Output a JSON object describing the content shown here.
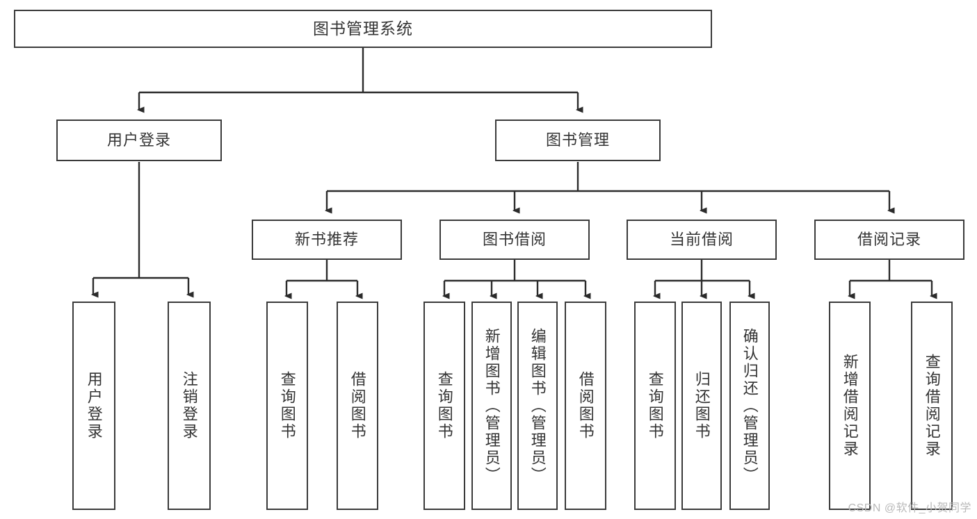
{
  "diagram": {
    "title": "图书管理系统",
    "type": "tree-hierarchy",
    "levels": 4,
    "root": {
      "id": "root",
      "label": "图书管理系统",
      "orientation": "horizontal"
    },
    "level2": [
      {
        "id": "user-login",
        "label": "用户登录",
        "orientation": "horizontal"
      },
      {
        "id": "book-manage",
        "label": "图书管理",
        "orientation": "horizontal"
      }
    ],
    "level3": [
      {
        "id": "new-book-recommend",
        "label": "新书推荐",
        "orientation": "horizontal",
        "parent": "book-manage"
      },
      {
        "id": "book-borrow",
        "label": "图书借阅",
        "orientation": "horizontal",
        "parent": "book-manage"
      },
      {
        "id": "current-borrow",
        "label": "当前借阅",
        "orientation": "horizontal",
        "parent": "book-manage"
      },
      {
        "id": "borrow-record",
        "label": "借阅记录",
        "orientation": "horizontal",
        "parent": "book-manage"
      }
    ],
    "leaves": {
      "user_login": [
        {
          "id": "leaf-user-login",
          "label": "用户登录"
        },
        {
          "id": "leaf-logout-login",
          "label": "注销登录"
        }
      ],
      "new_book_recommend": [
        {
          "id": "leaf-query-book-1",
          "label": "查询图书"
        },
        {
          "id": "leaf-borrow-book-1",
          "label": "借阅图书"
        }
      ],
      "book_borrow": [
        {
          "id": "leaf-query-book-2",
          "label": "查询图书"
        },
        {
          "id": "leaf-add-book",
          "label": "新增图书（管理员）"
        },
        {
          "id": "leaf-edit-book",
          "label": "编辑图书（管理员）"
        },
        {
          "id": "leaf-borrow-book-2",
          "label": "借阅图书"
        }
      ],
      "current_borrow": [
        {
          "id": "leaf-query-book-3",
          "label": "查询图书"
        },
        {
          "id": "leaf-return-book",
          "label": "归还图书"
        },
        {
          "id": "leaf-confirm-return",
          "label": "确认归还（管理员）"
        }
      ],
      "borrow_record": [
        {
          "id": "leaf-add-record",
          "label": "新增借阅记录"
        },
        {
          "id": "leaf-query-record",
          "label": "查询借阅记录"
        }
      ]
    },
    "colors": {
      "border": "#3a3a3a",
      "fill": "#ffffff",
      "text": "#333333",
      "connector": "#2b2b2b",
      "watermark": "#b9b9b9"
    }
  },
  "watermark": {
    "text": "CSDN @软件_小贺同学"
  }
}
